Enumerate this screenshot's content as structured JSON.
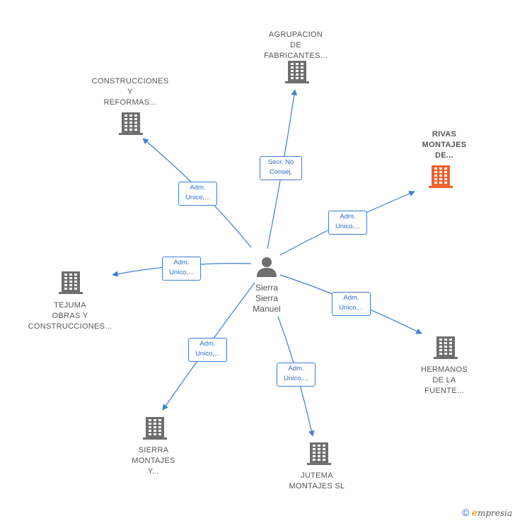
{
  "center": {
    "id": "person",
    "lines": [
      "Sierra",
      "Sierra",
      "Manuel"
    ],
    "icon": "person-icon"
  },
  "companies": [
    {
      "id": "agrupacion",
      "lines": [
        "AGRUPACION",
        "DE",
        "FABRICANTES..."
      ],
      "highlight": false
    },
    {
      "id": "construcciones",
      "lines": [
        "CONSTRUCCIONES",
        "Y",
        "REFORMAS..."
      ],
      "highlight": false
    },
    {
      "id": "rivas",
      "lines": [
        "RIVAS",
        "MONTAJES",
        "DE..."
      ],
      "highlight": true
    },
    {
      "id": "tejuma",
      "lines": [
        "TEJUMA",
        "OBRAS Y",
        "CONSTRUCCIONES..."
      ],
      "highlight": false
    },
    {
      "id": "hermanos",
      "lines": [
        "HERMANOS",
        "DE LA",
        "FUENTE..."
      ],
      "highlight": false
    },
    {
      "id": "sierra-montajes",
      "lines": [
        "SIERRA",
        "MONTAJES",
        "Y..."
      ],
      "highlight": false
    },
    {
      "id": "jutema",
      "lines": [
        "JUTEMA",
        "MONTAJES  SL"
      ],
      "highlight": false
    }
  ],
  "edges": [
    {
      "to": "agrupacion",
      "label": [
        "Secr.  No",
        "Consej."
      ]
    },
    {
      "to": "construcciones",
      "label": [
        "Adm.",
        "Unico,..."
      ]
    },
    {
      "to": "rivas",
      "label": [
        "Adm.",
        "Unico,..."
      ]
    },
    {
      "to": "tejuma",
      "label": [
        "Adm.",
        "Unico,..."
      ]
    },
    {
      "to": "hermanos",
      "label": [
        "Adm.",
        "Unico,..."
      ]
    },
    {
      "to": "sierra-montajes",
      "label": [
        "Adm.",
        "Unico,..."
      ]
    },
    {
      "to": "jutema",
      "label": [
        "Adm.",
        "Unico,..."
      ]
    }
  ],
  "colors": {
    "edge": "#3b7fd4",
    "building": "#6e6e6e",
    "building_highlight": "#f0602a",
    "person": "#6e6e6e"
  },
  "footer": {
    "copyright": "©",
    "brand_first": "e",
    "brand_rest": "mpresia"
  }
}
